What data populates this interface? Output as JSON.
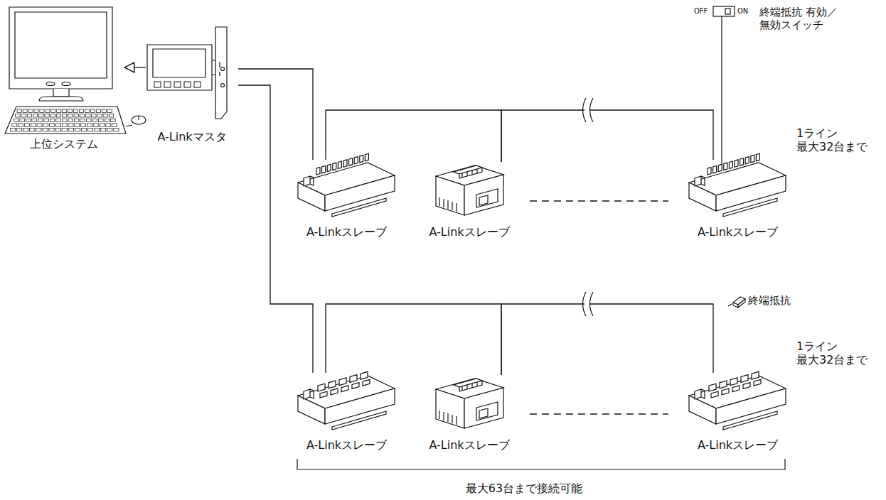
{
  "diagram": {
    "nodes": [
      {
        "text": [
          "上位システム"
        ]
      },
      {
        "text": [
          "A-Linkマスタ"
        ]
      },
      {
        "text": [
          "A-Linkスレーブ"
        ]
      },
      {
        "text": [
          "A-Linkスレーブ"
        ]
      },
      {
        "text": [
          "A-Linkスレーブ"
        ]
      },
      {
        "text": [
          "A-Linkスレーブ"
        ]
      },
      {
        "text": [
          "A-Linkスレーブ"
        ]
      },
      {
        "text": [
          "A-Linkスレーブ"
        ]
      }
    ],
    "edges": [
      {
        "from": 1,
        "to": 0,
        "arrow": "to"
      },
      {
        "from": 1,
        "to": 2,
        "arrow": "none"
      },
      {
        "from": 2,
        "to": 3,
        "arrow": "none"
      },
      {
        "from": 3,
        "to": 4,
        "arrow": "none"
      },
      {
        "from": 1,
        "to": 5,
        "arrow": "none"
      },
      {
        "from": 5,
        "to": 6,
        "arrow": "none"
      },
      {
        "from": 6,
        "to": 7,
        "arrow": "none"
      }
    ],
    "labels": [
      "OFF",
      "ON",
      "終端抵抗 有効／無効スイッチ",
      "1ライン 最大32台まで",
      "終端抵抗",
      "1ライン 最大32台まで",
      "最大63台まで接続可能"
    ]
  }
}
